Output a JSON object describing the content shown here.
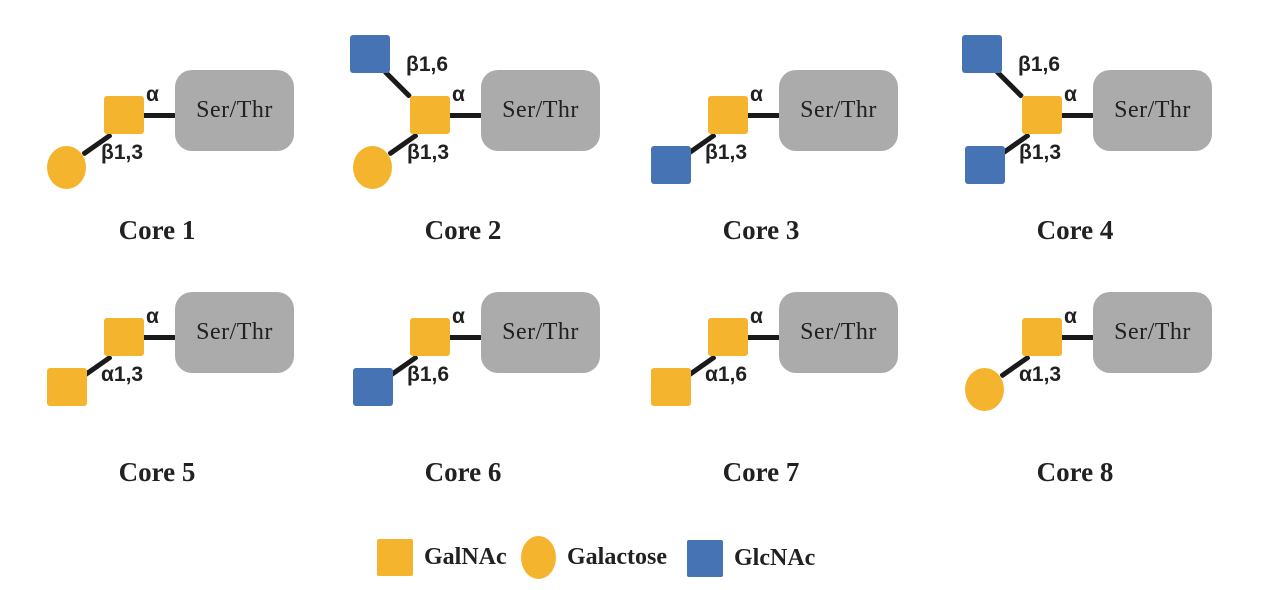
{
  "colors": {
    "galnac": "#F5B42E",
    "galactose": "#F5B42E",
    "glcnac": "#4573B4",
    "aglycone_fill": "#ABABAB",
    "connector": "#1A1A1A",
    "text": "#212121"
  },
  "cores": [
    {
      "title": "Core 1",
      "aglycone": "Ser/Thr",
      "anchor_sugar": "GalNAc",
      "anchor_linkage": "α",
      "branches": [
        {
          "position": "lower",
          "sugar": "Galactose",
          "linkage": "β1,3"
        }
      ]
    },
    {
      "title": "Core 2",
      "aglycone": "Ser/Thr",
      "anchor_sugar": "GalNAc",
      "anchor_linkage": "α",
      "branches": [
        {
          "position": "upper",
          "sugar": "GlcNAc",
          "linkage": "β1,6"
        },
        {
          "position": "lower",
          "sugar": "Galactose",
          "linkage": "β1,3"
        }
      ]
    },
    {
      "title": "Core 3",
      "aglycone": "Ser/Thr",
      "anchor_sugar": "GalNAc",
      "anchor_linkage": "α",
      "branches": [
        {
          "position": "lower",
          "sugar": "GlcNAc",
          "linkage": "β1,3"
        }
      ]
    },
    {
      "title": "Core 4",
      "aglycone": "Ser/Thr",
      "anchor_sugar": "GalNAc",
      "anchor_linkage": "α",
      "branches": [
        {
          "position": "upper",
          "sugar": "GlcNAc",
          "linkage": "β1,6"
        },
        {
          "position": "lower",
          "sugar": "GlcNAc",
          "linkage": "β1,3"
        }
      ]
    },
    {
      "title": "Core 5",
      "aglycone": "Ser/Thr",
      "anchor_sugar": "GalNAc",
      "anchor_linkage": "α",
      "branches": [
        {
          "position": "lower",
          "sugar": "GalNAc",
          "linkage": "α1,3"
        }
      ]
    },
    {
      "title": "Core 6",
      "aglycone": "Ser/Thr",
      "anchor_sugar": "GalNAc",
      "anchor_linkage": "α",
      "branches": [
        {
          "position": "lower",
          "sugar": "GlcNAc",
          "linkage": "β1,6"
        }
      ]
    },
    {
      "title": "Core 7",
      "aglycone": "Ser/Thr",
      "anchor_sugar": "GalNAc",
      "anchor_linkage": "α",
      "branches": [
        {
          "position": "lower",
          "sugar": "GalNAc",
          "linkage": "α1,6"
        }
      ]
    },
    {
      "title": "Core 8",
      "aglycone": "Ser/Thr",
      "anchor_sugar": "GalNAc",
      "anchor_linkage": "α",
      "branches": [
        {
          "position": "lower",
          "sugar": "Galactose",
          "linkage": "α1,3"
        }
      ]
    }
  ],
  "legend": [
    {
      "label": "GalNAc",
      "sugar": "GalNAc"
    },
    {
      "label": "Galactose",
      "sugar": "Galactose"
    },
    {
      "label": "GlcNAc",
      "sugar": "GlcNAc"
    }
  ]
}
